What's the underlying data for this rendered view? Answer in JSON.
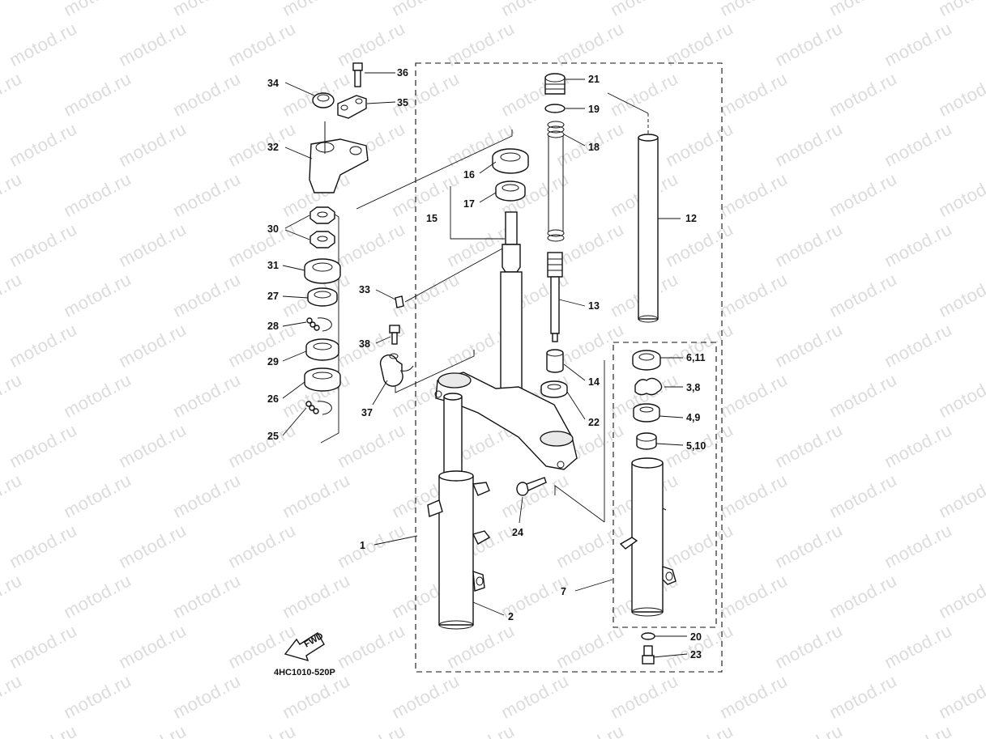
{
  "watermark": "motod.ru",
  "diagram_code": "4HC1010-520P",
  "fwd_label": "FWD",
  "callouts": {
    "c36": "36",
    "c35": "35",
    "c34": "34",
    "c32": "32",
    "c30": "30",
    "c31": "31",
    "c27": "27",
    "c28": "28",
    "c29": "29",
    "c26": "26",
    "c25": "25",
    "c33": "33",
    "c38": "38",
    "c37": "37",
    "c16": "16",
    "c17": "17",
    "c15": "15",
    "c21": "21",
    "c19": "19",
    "c18": "18",
    "c12": "12",
    "c13": "13",
    "c14": "14",
    "c22": "22",
    "c24": "24",
    "c1": "1",
    "c2": "2",
    "c6_11": "6,11",
    "c3_8": "3,8",
    "c4_9": "4,9",
    "c5_10": "5,10",
    "c7": "7",
    "c20": "20",
    "c23": "23"
  }
}
